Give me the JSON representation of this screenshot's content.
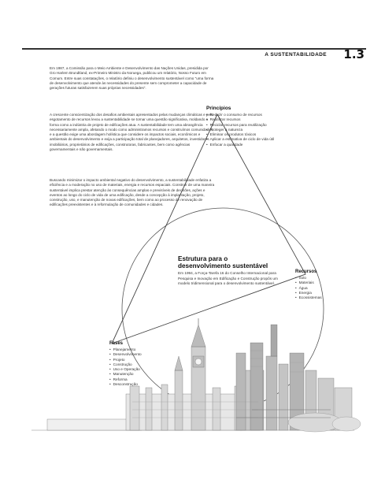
{
  "header": {
    "section_title": "A SUSTENTABILIDADE",
    "chapter_number": "1.3"
  },
  "body": {
    "paragraph_1": "Em 1987, a Comissão para o Meio Ambiente e Desenvolvimento das Nações Unidas, presidida por Gro Harlem Brundtland, ex-Primeiro Ministro da Noruega, publicou um relatório, Nosso Futuro em Comum. Entre suas constatações, o relatório definiu o desenvolvimento sustentável como \"uma forma de desenvolvimento que atende às necessidades do presente sem comprometer a capacidade de gerações futuras satisfazerem suas próprias necessidades\".",
    "paragraph_2": "A crescente conscientização dos desafios ambientais apresentados pelas mudanças climáticas e pelo esgotamento de recursos levou a sustentabilidade se tornar uma questão significativa, moldando a forma como a indústria de projeto de edificações atua. A sustentabilidade tem uma abrangência necessariamente ampla, afetando o modo como administramos recursos e construímos comunidades, e a questão exige uma abordagem holística que considere os impactos sociais, econômicos e ambientais do desenvolvimento e exija a participação total de planejadores, arquitetos, investidores imobiliários, proprietários de edificações, construtoras, fabricantes, bem como agências governamentais e não governamentais.",
    "paragraph_3": "Buscando minimizar o impacto ambiental negativo do desenvolvimento, a sustentabilidade enfatiza a eficiência e a moderação no uso de materiais, energia e recursos espaciais. Construir de uma maneira sustentável implica prestar atenção às consequências amplas e previsíveis de decisões, ações e eventos ao longo do ciclo de vida de uma edificação, desde a concepção à implantação, projeto, construção, uso, e manutenção de novas edificações, bem como ao processo de renovação de edificações preexistentes e à reformulação de comunidades e cidades."
  },
  "diagram": {
    "principios": {
      "title": "Princípios",
      "items": [
        "Reduzir o consumo de recursos",
        "Reutilizar recursos",
        "Reciclar recursos para reutilização",
        "Proteger a natureza",
        "Eliminar os produtos tóxicos",
        "Aplicar a estimativa de ciclo de vida útil",
        "Enfocar a qualidade"
      ]
    },
    "estrutura": {
      "title": "Estrutura para o desenvolvimento sustentável",
      "description": "Em 1994, a Força-Tarefa 16 do Conselho Internacional para Pesquisa e Inovação em Edificação e Construção propôs um modelo tridimensional para o desenvolvimento sustentável."
    },
    "recursos": {
      "title": "Recursos",
      "items": [
        "Solo",
        "Materiais",
        "Água",
        "Energia",
        "Ecossistemas"
      ]
    },
    "fases": {
      "title": "Fases",
      "items": [
        "Planejamento",
        "Desenvolvimento",
        "Projeto",
        "Construção",
        "Uso e Operação",
        "Manutenção",
        "Reforma",
        "Desconstrução"
      ]
    }
  },
  "colors": {
    "text": "#333333",
    "heading": "#111111",
    "line": "#444444"
  }
}
